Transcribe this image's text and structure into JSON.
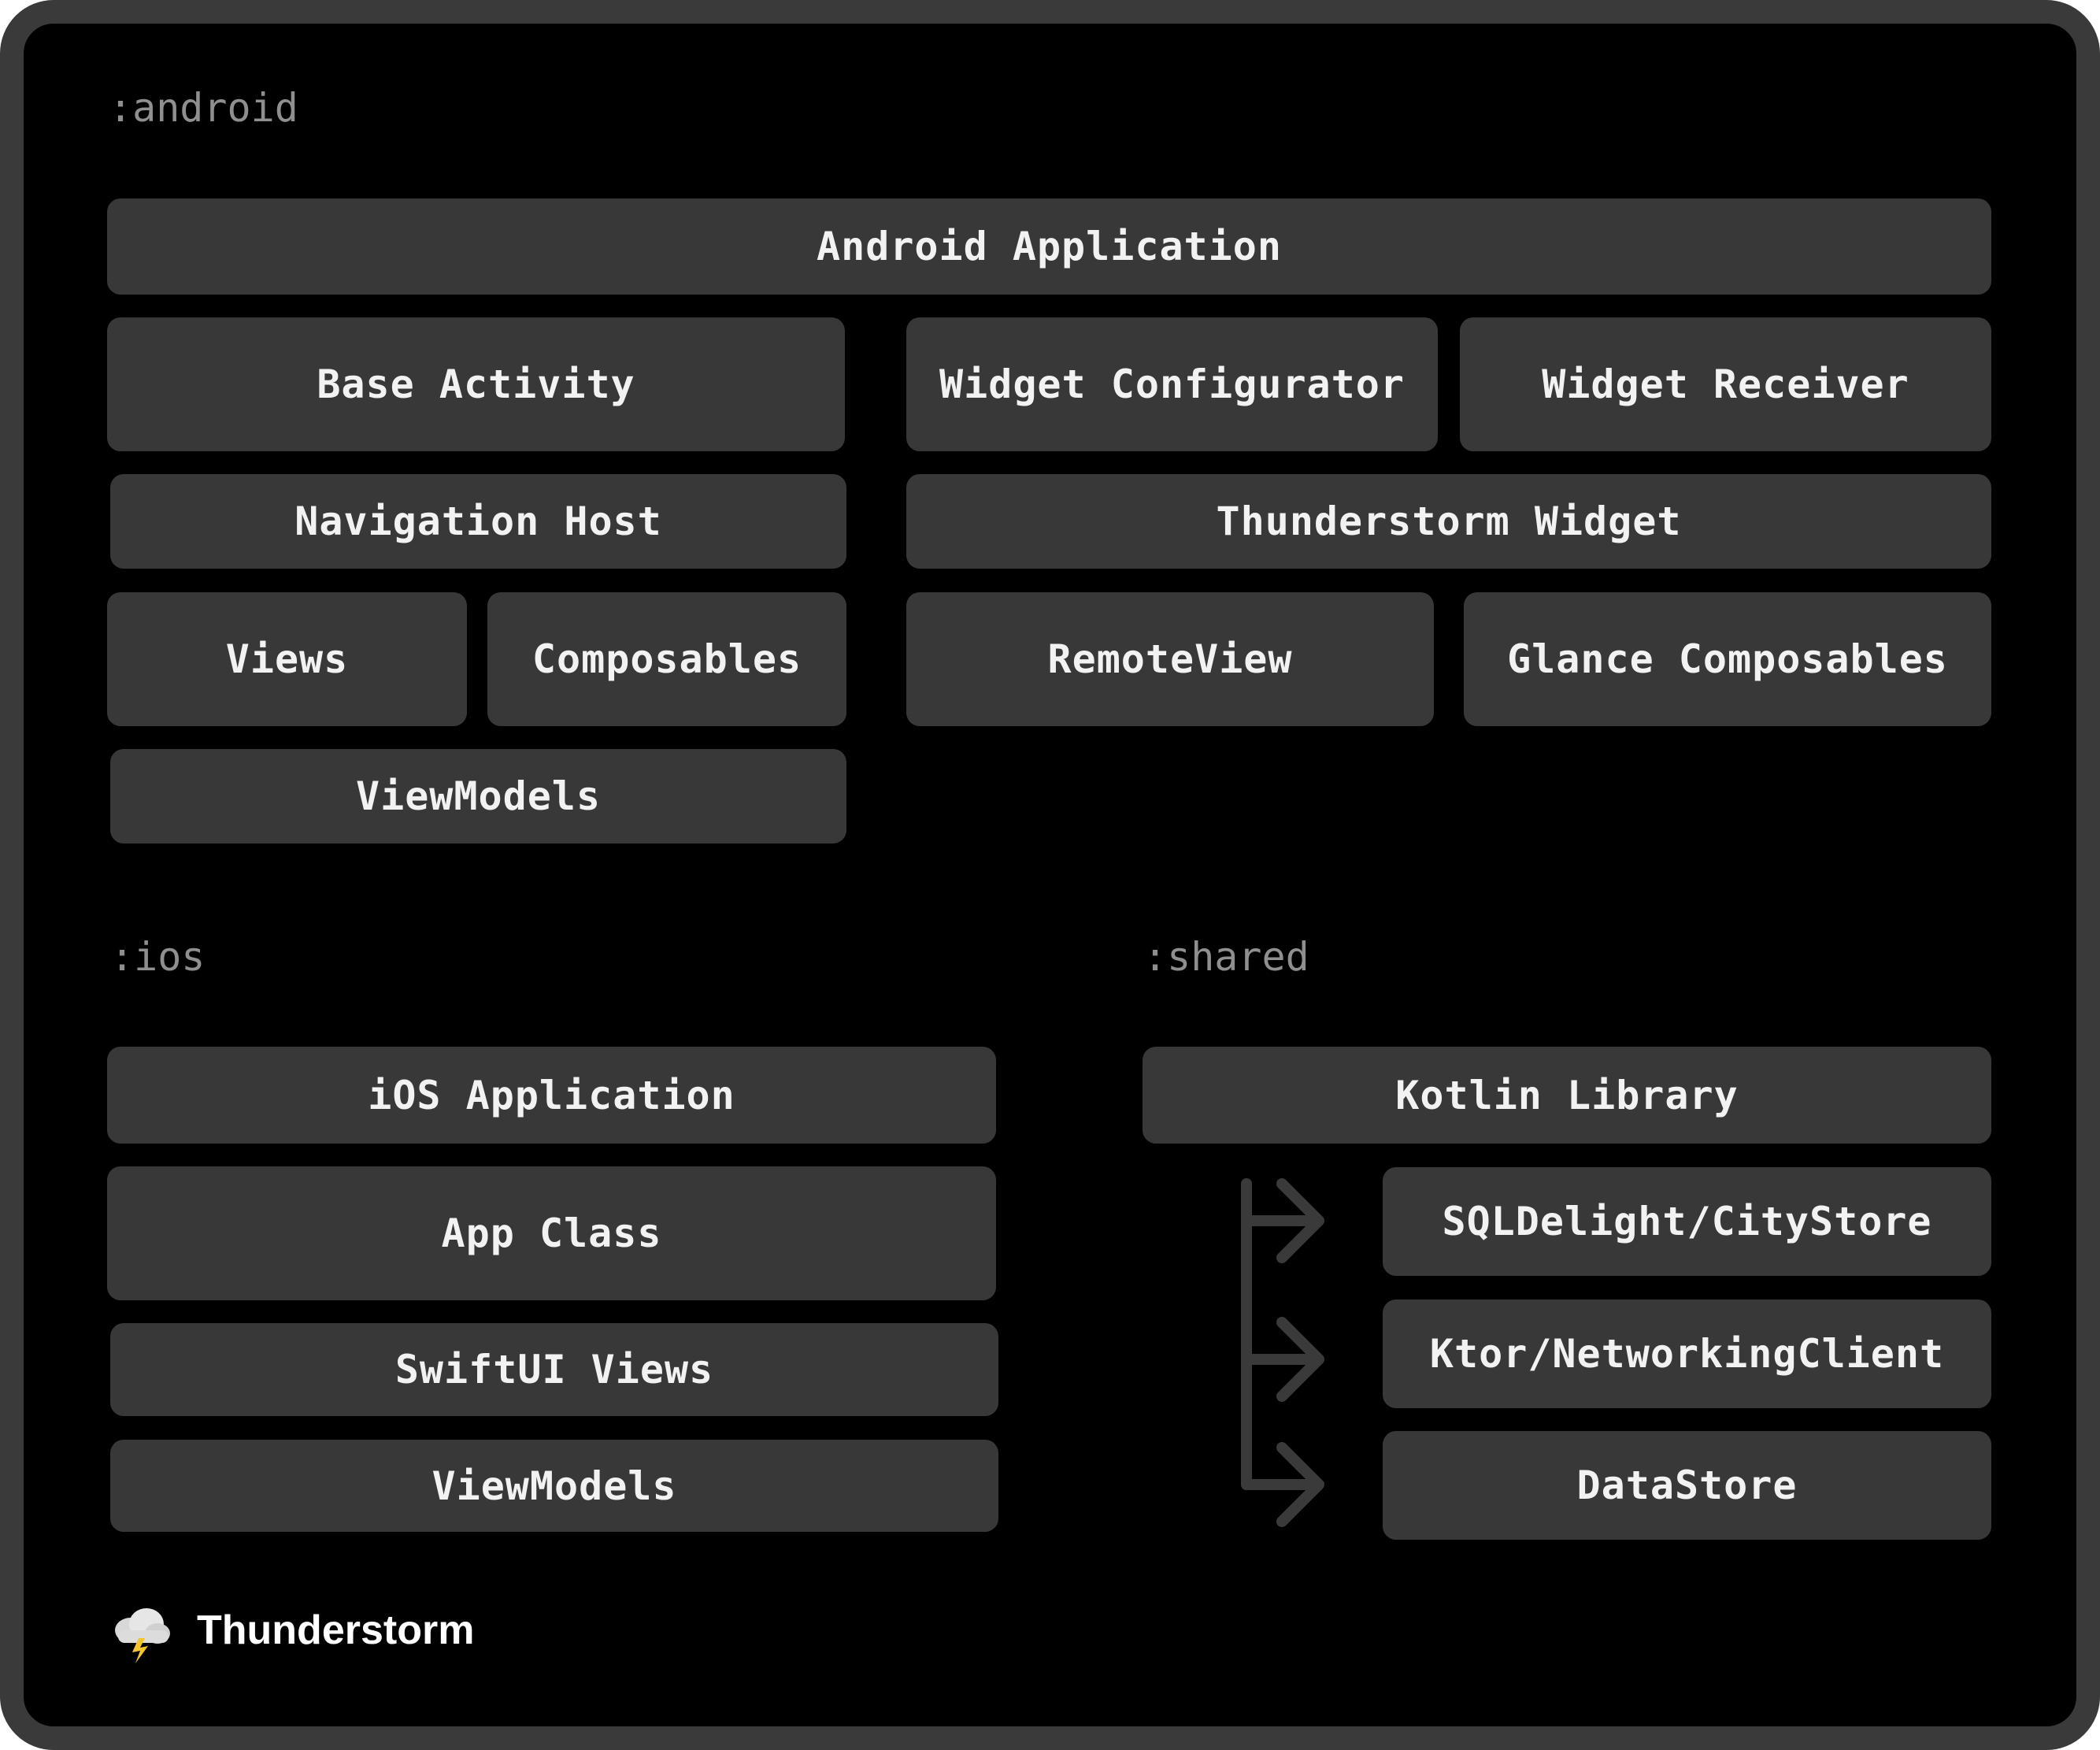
{
  "sections": {
    "android": {
      "label": ":android",
      "android_application": "Android Application",
      "base_activity": "Base Activity",
      "widget_configurator": "Widget Configurator",
      "widget_receiver": "Widget Receiver",
      "navigation_host": "Navigation Host",
      "thunderstorm_widget": "Thunderstorm Widget",
      "views": "Views",
      "composables": "Composables",
      "remote_view": "RemoteView",
      "glance_composables": "Glance Composables",
      "view_models": "ViewModels"
    },
    "ios": {
      "label": ":ios",
      "ios_application": "iOS Application",
      "app_class": "App Class",
      "swiftui_views": "SwiftUI Views",
      "view_models": "ViewModels"
    },
    "shared": {
      "label": ":shared",
      "kotlin_library": "Kotlin Library",
      "sqldelight": "SQLDelight/CityStore",
      "ktor": "Ktor/NetworkingClient",
      "datastore": "DataStore"
    }
  },
  "brand": {
    "name": "Thunderstorm",
    "icon": "cloud-lightning-icon"
  },
  "colors": {
    "background": "#000000",
    "frame": "#3a3a3a",
    "box": "#383838",
    "box_text": "#f2f2f2",
    "section_label": "#8f8f8f",
    "arrow": "#3a3a3a"
  }
}
